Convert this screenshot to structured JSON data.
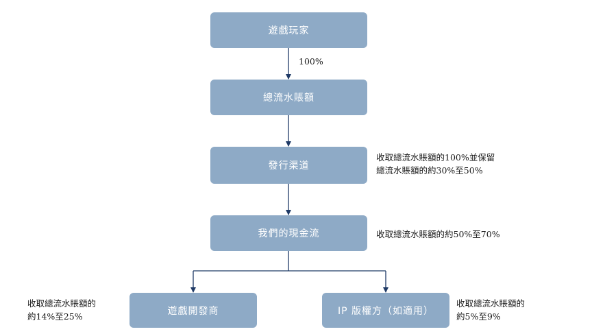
{
  "nodes": {
    "players": "遊戲玩家",
    "gross_billings": "總流水賬額",
    "distribution_channels": "發行渠道",
    "our_cash_flow": "我們的現金流",
    "game_developers": "遊戲開發商",
    "ip_licensors": "IP 版權方（如適用）"
  },
  "labels": {
    "players_to_billings": "100%",
    "channels_line1": "收取總流水賬額的100%並保留",
    "channels_line2": "總流水賬額的約30%至50%",
    "cash_flow": "收取總流水賬額的約50%至70%",
    "developers_line1": "收取總流水賬額的",
    "developers_line2": "約14%至25%",
    "ip_line1": "收取總流水賬額的",
    "ip_line2": "約5%至9%"
  },
  "colors": {
    "node_fill": "#8eaac6",
    "arrow": "#1f3a66"
  }
}
